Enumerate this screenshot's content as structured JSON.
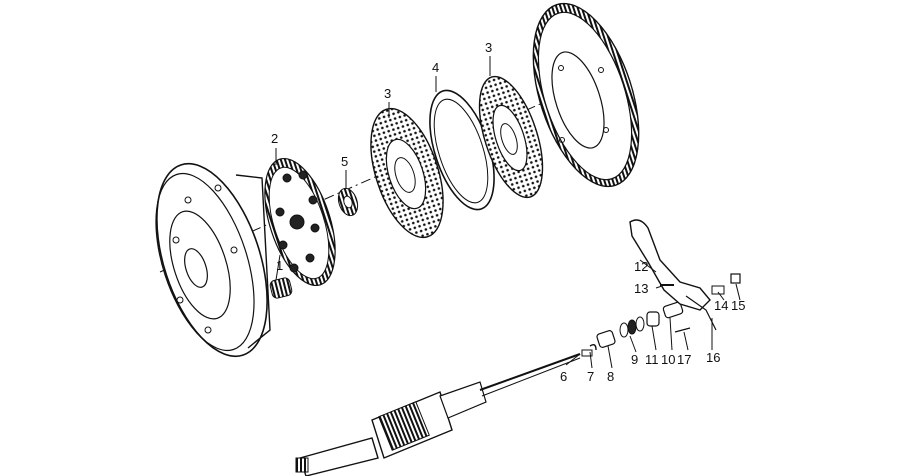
{
  "colors": {
    "ink": "#111111",
    "background": "#ffffff"
  },
  "labels": {
    "p1": "1",
    "p2": "2",
    "p3a": "3",
    "p3b": "3",
    "p4": "4",
    "p5": "5",
    "p6": "6",
    "p7": "7",
    "p8": "8",
    "p9": "9",
    "p10": "10",
    "p11": "11",
    "p12": "12",
    "p13": "13",
    "p14": "14",
    "p15": "15",
    "p16": "16",
    "p17": "17"
  }
}
